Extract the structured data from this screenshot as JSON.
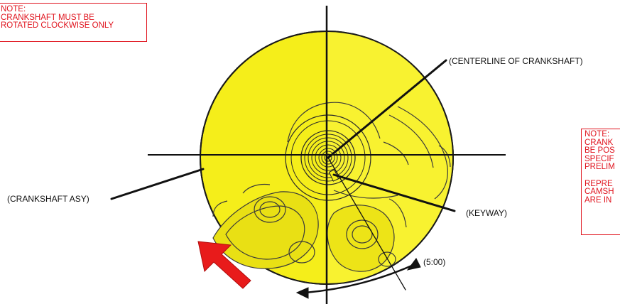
{
  "notes": {
    "rotation": {
      "lines": [
        "NOTE:",
        "CRANKSHAFT MUST BE",
        "ROTATED CLOCKWISE ONLY"
      ]
    },
    "position": {
      "lines": [
        "NOTE:",
        "CRANK",
        "BE POS",
        "SPECIF",
        "PRELIM",
        "",
        "REPRE",
        "CAMSH",
        "ARE IN"
      ]
    }
  },
  "labels": {
    "centerline": "(CENTERLINE OF CRANKSHAFT)",
    "crankshaft_asy": "(CRANKSHAFT ASY)",
    "keyway": "(KEYWAY)",
    "clock_position": "(5:00)"
  },
  "colors": {
    "part_fill": "#f5ee1a",
    "part_shadow": "#d9cf12",
    "note_red": "#e0141e",
    "arrow_red": "#e81b1b"
  },
  "icons": {
    "rotation_arrow": "arrow-up-left-icon",
    "clock_arrow": "curved-double-arrow-icon"
  }
}
